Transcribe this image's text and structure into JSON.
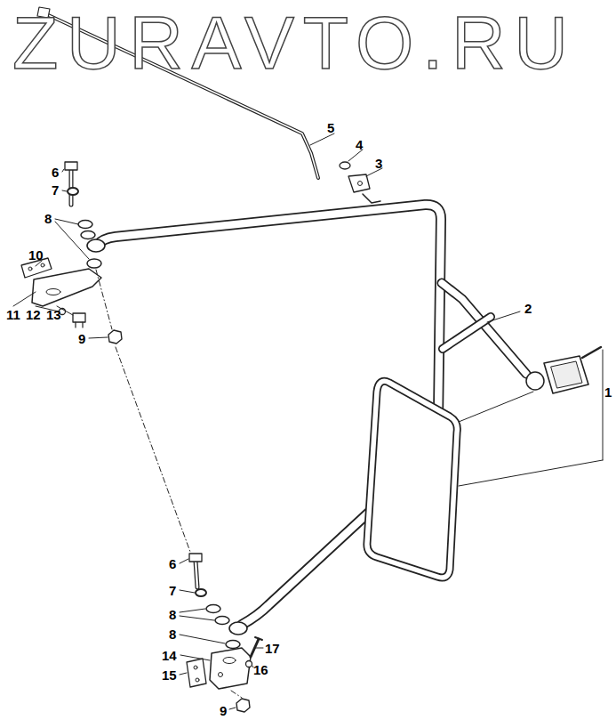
{
  "diagram": {
    "labels": [
      "ZURAVTO.RU",
      "5",
      "4",
      "3",
      "6",
      "7",
      "8",
      "2",
      "10",
      "1",
      "11",
      "12",
      "13",
      "9",
      "6",
      "7",
      "8",
      "8",
      "14",
      "17",
      "16",
      "15",
      "9"
    ]
  }
}
